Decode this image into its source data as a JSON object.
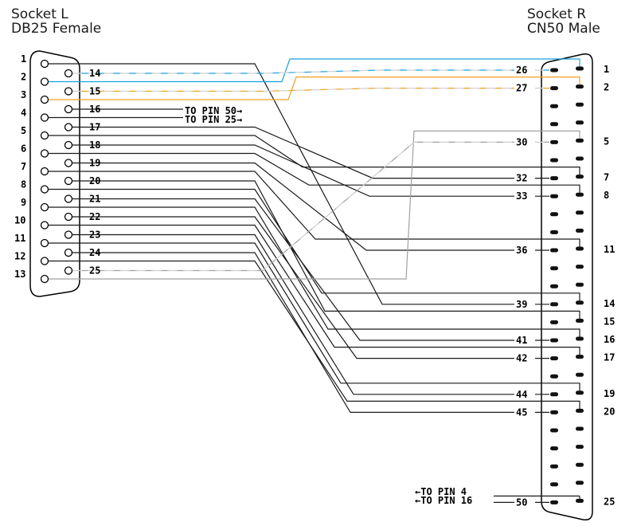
{
  "left": {
    "title": "Socket L",
    "subtitle": "DB25 Female",
    "top_row": [
      "1",
      "2",
      "3",
      "4",
      "5",
      "6",
      "7",
      "8",
      "9",
      "10",
      "11",
      "12",
      "13"
    ],
    "bottom_row": [
      "14",
      "15",
      "16",
      "17",
      "18",
      "19",
      "20",
      "21",
      "22",
      "23",
      "24",
      "25"
    ]
  },
  "right": {
    "title": "Socket R",
    "subtitle": "CN50 Male",
    "pin_labels": [
      "1",
      "2",
      "5",
      "7",
      "8",
      "11",
      "14",
      "15",
      "16",
      "17",
      "19",
      "20",
      "25"
    ]
  },
  "notes": {
    "l16": "TO PIN 50→",
    "l4": "TO PIN 25→",
    "r4": "←TO PIN 4",
    "r16": "←TO PIN 16"
  },
  "colors": {
    "line": "#1a1a1a",
    "blue": "#1ba1e2",
    "orange": "#f0a020",
    "gray": "#a0a0a0",
    "dash": "#d0d0d0"
  },
  "connections": [
    {
      "from": "1",
      "to": "39",
      "color": "line"
    },
    {
      "from": "2",
      "to": "1",
      "color": "blue"
    },
    {
      "from": "14",
      "to": "26",
      "color": "blue",
      "dashed": true
    },
    {
      "from": "3",
      "to": "2",
      "color": "orange"
    },
    {
      "from": "15",
      "to": "27",
      "color": "orange",
      "dashed": true
    },
    {
      "from": "5",
      "to": "7",
      "color": "line"
    },
    {
      "from": "17",
      "to": "32",
      "color": "line"
    },
    {
      "from": "6",
      "to": "8",
      "color": "line"
    },
    {
      "from": "18",
      "to": "33",
      "color": "line"
    },
    {
      "from": "7",
      "to": "11",
      "color": "line"
    },
    {
      "from": "19",
      "to": "36",
      "color": "line"
    },
    {
      "from": "8",
      "to": "14",
      "color": "line"
    },
    {
      "from": "20",
      "to": "15",
      "color": "line"
    },
    {
      "from": "9",
      "to": "16",
      "color": "line"
    },
    {
      "from": "21",
      "to": "41",
      "color": "line"
    },
    {
      "from": "10",
      "to": "17",
      "color": "line"
    },
    {
      "from": "22",
      "to": "42",
      "color": "line"
    },
    {
      "from": "11",
      "to": "19",
      "color": "line"
    },
    {
      "from": "23",
      "to": "44",
      "color": "line"
    },
    {
      "from": "12",
      "to": "20",
      "color": "line"
    },
    {
      "from": "24",
      "to": "45",
      "color": "line"
    },
    {
      "from": "13",
      "to": "5",
      "color": "gray"
    },
    {
      "from": "25",
      "to": "30",
      "color": "gray",
      "dashed": true
    }
  ]
}
